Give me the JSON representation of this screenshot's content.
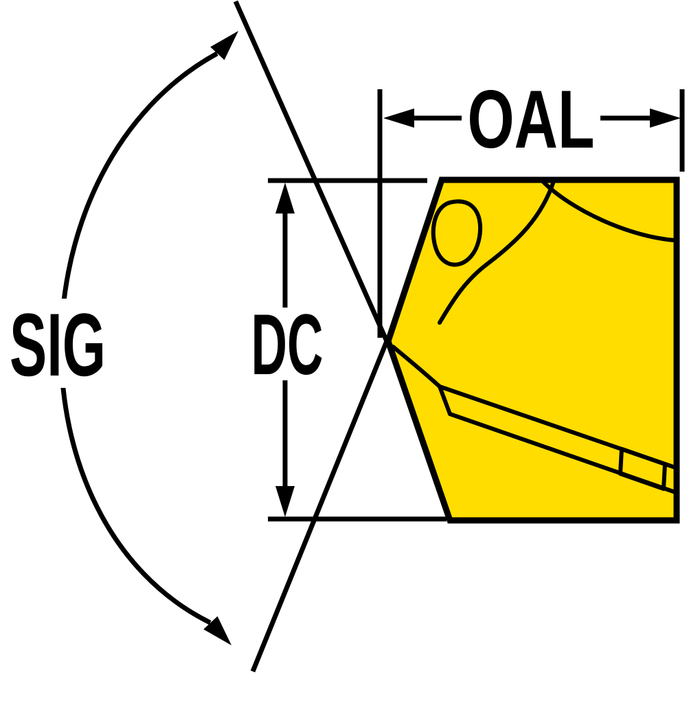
{
  "diagram": {
    "labels": {
      "point_angle": "SIG",
      "cutting_diameter": "DC",
      "overall_length": "OAL"
    },
    "colors": {
      "insert": "#FFDD00",
      "line": "#000000",
      "background": "#FFFFFF"
    }
  }
}
